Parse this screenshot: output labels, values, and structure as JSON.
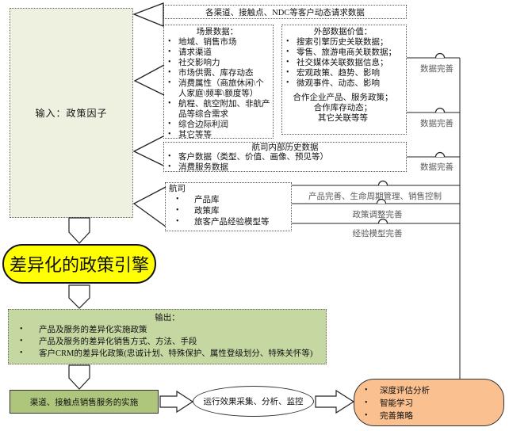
{
  "colors": {
    "engine_fill": "#ffff00",
    "output_fill": "#c6d8a2",
    "channel_fill": "#aec67b",
    "evaluate_fill": "#fac090",
    "input_fill": "#eef0e0",
    "label_gray": "#595959"
  },
  "top_bar": {
    "label": "各渠道、接触点、NDC等客户动态请求数据"
  },
  "input_box": {
    "label": "输入：政策因子"
  },
  "scene_box": {
    "title": "场景数据：",
    "items": [
      "地域、销售市场",
      "请求渠道",
      "社交影响力",
      "市场供需、库存动态",
      "消费属性（商旅休闲\\个人家庭\\频率\\额度等）",
      "航程、航空附加、非航产品等综合需求",
      "综合边际利润",
      "其它等等"
    ]
  },
  "external_box": {
    "title": "外部数据价值：",
    "items": [
      "搜索引擎历史关联数据；",
      "零售、旅游电商关联数据；",
      "社交媒体关联数据信息；",
      "宏观政策、趋势、影响",
      "微观事件、动态、影响"
    ],
    "footer_lines": [
      "合作企业产品、服务政策；",
      "合作库存动态；",
      "其它关联等等"
    ]
  },
  "history_box": {
    "title": "航司内部历史数据",
    "items": [
      "客户数据（类型、价值、画像、预见等）",
      "消费服务数据"
    ]
  },
  "airline_box": {
    "label": "航司",
    "items": [
      "产品库",
      "政策库",
      "旅客产品经验模型等"
    ]
  },
  "engine": {
    "label": "差异化的政策引擎"
  },
  "output_box": {
    "title": "输出：",
    "items": [
      "产品及服务的差异化实施政策",
      "产品及服务的差异化销售方式、方法、手段",
      "客户CRM的差异化政策(忠诚计划、特殊保护、属性登级划分、特殊关怀等)"
    ]
  },
  "channel_box": {
    "label": "渠道、接触点销售服务的实施"
  },
  "monitor_ellipse": {
    "label": "运行效果采集、分析、监控"
  },
  "evaluate_box": {
    "items": [
      "深度评估分析",
      "智能学习",
      "完善策略"
    ]
  },
  "right_labels": {
    "data1": "数据完善",
    "data2": "数据完善",
    "data3": "数据完善",
    "product": "产品完善、生命周期管理、销售控制",
    "policy": "政策调整完善",
    "experience": "经验模型完善"
  }
}
